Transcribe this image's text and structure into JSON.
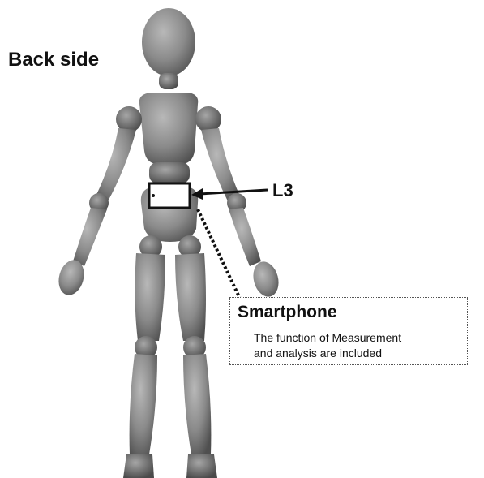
{
  "title": "Back side",
  "sensor_label": "L3",
  "device": {
    "name": "Smartphone",
    "description_lines": [
      "The function of Measurement",
      "and analysis are included"
    ]
  },
  "colors": {
    "figure_fill": "#8c8c8c",
    "figure_shadow": "#5e5e5e",
    "text": "#111111"
  },
  "icons": {
    "mannequin": "wooden-mannequin-back-view",
    "device": "smartphone-icon"
  }
}
